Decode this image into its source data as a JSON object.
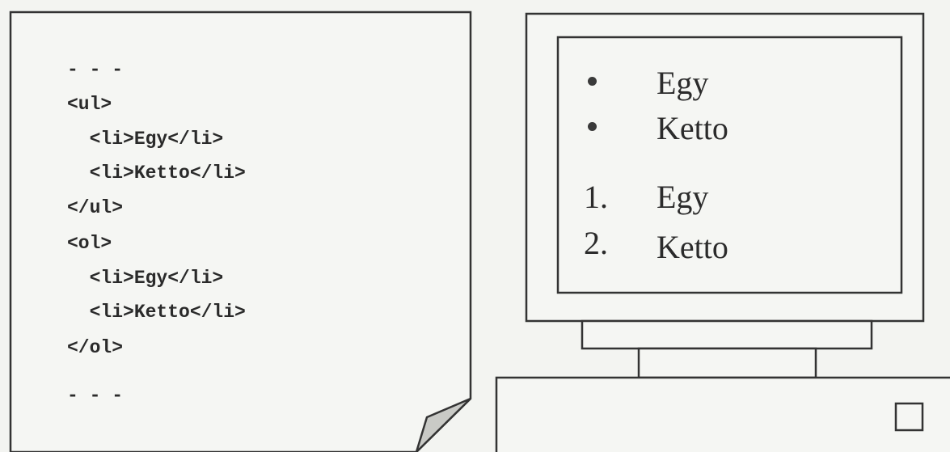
{
  "source_code": {
    "lines": [
      "- - -",
      "<ul>",
      "  <li>Egy</li>",
      "  <li>Ketto</li>",
      "</ul>",
      "<ol>",
      "  <li>Egy</li>",
      "  <li>Ketto</li>",
      "</ol>",
      "- - -"
    ]
  },
  "browser_output": {
    "unordered_list": [
      {
        "marker": "•",
        "text": "Egy"
      },
      {
        "marker": "•",
        "text": "Ketto"
      }
    ],
    "ordered_list": [
      {
        "marker": "1.",
        "text": "Egy"
      },
      {
        "marker": "2.",
        "text": "Ketto"
      }
    ]
  },
  "colors": {
    "background": "#f3f4f1",
    "line": "#333333",
    "page_curl": "#c9cac6"
  }
}
